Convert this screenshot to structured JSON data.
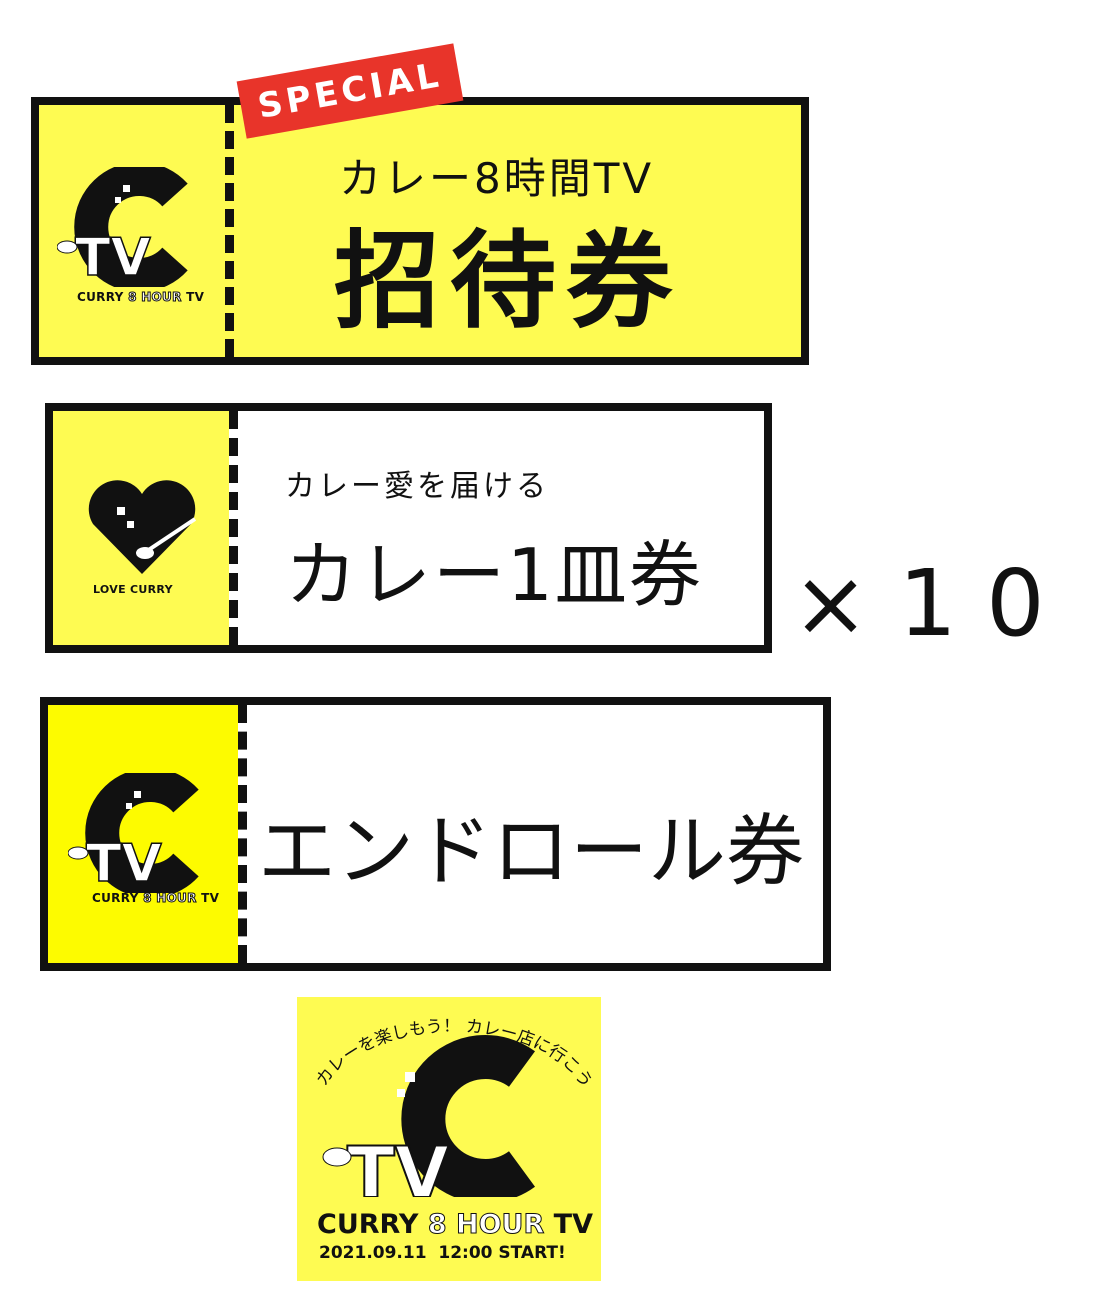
{
  "colors": {
    "yellow": "#fefb52",
    "bright_yellow": "#fdfb00",
    "red": "#e8342a",
    "black": "#111111"
  },
  "ticket_special": {
    "tag": "SPECIAL",
    "subtitle": "カレー8時間TV",
    "title": "招待券",
    "logo_caption": {
      "a": "CURRY",
      "b": "8 HOUR",
      "c": "TV"
    }
  },
  "ticket_curry": {
    "subtitle": "カレー愛を届ける",
    "title": "カレー1皿券",
    "logo_caption": "LOVE CURRY",
    "multiplier": "× 1 0"
  },
  "ticket_endroll": {
    "title": "エンドロール券",
    "logo_caption": {
      "a": "CURRY",
      "b": "8 HOUR",
      "c": "TV"
    }
  },
  "poster": {
    "arc_text": "カレーを楽しもう！ カレー店に行こう！",
    "brand": {
      "a": "CURRY",
      "b": "8 HOUR",
      "c": "TV"
    },
    "date_line": "2021.09.11  12:00 START!"
  }
}
